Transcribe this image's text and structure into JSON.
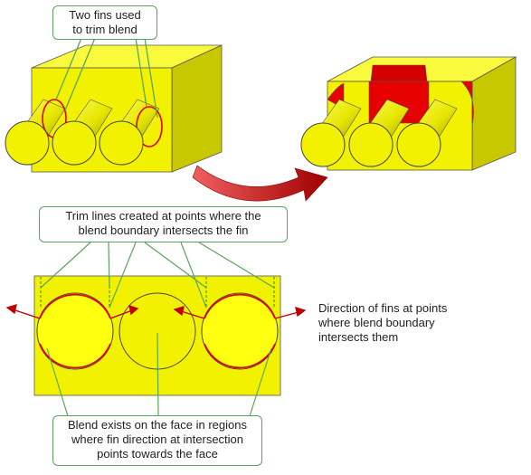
{
  "colors": {
    "body_yellow": "#f2f200",
    "side_yellow": "#c8c800",
    "top_yellow": "#fafa3c",
    "blend_red": "#e60000",
    "callout_border": "#5aa55a",
    "arrow_red": "#c00000"
  },
  "callouts": {
    "fins": {
      "lines": [
        "Two fins used",
        "to trim blend"
      ]
    },
    "trim": {
      "lines": [
        "Trim lines created at points where the",
        "blend boundary intersects the fin"
      ]
    },
    "blend": {
      "lines": [
        "Blend exists on the face in regions",
        "where fin direction at intersection",
        "points towards the face"
      ]
    }
  },
  "notes": {
    "direction": {
      "lines": [
        "Direction of fins at points",
        "where blend boundary",
        "intersects them"
      ]
    }
  }
}
